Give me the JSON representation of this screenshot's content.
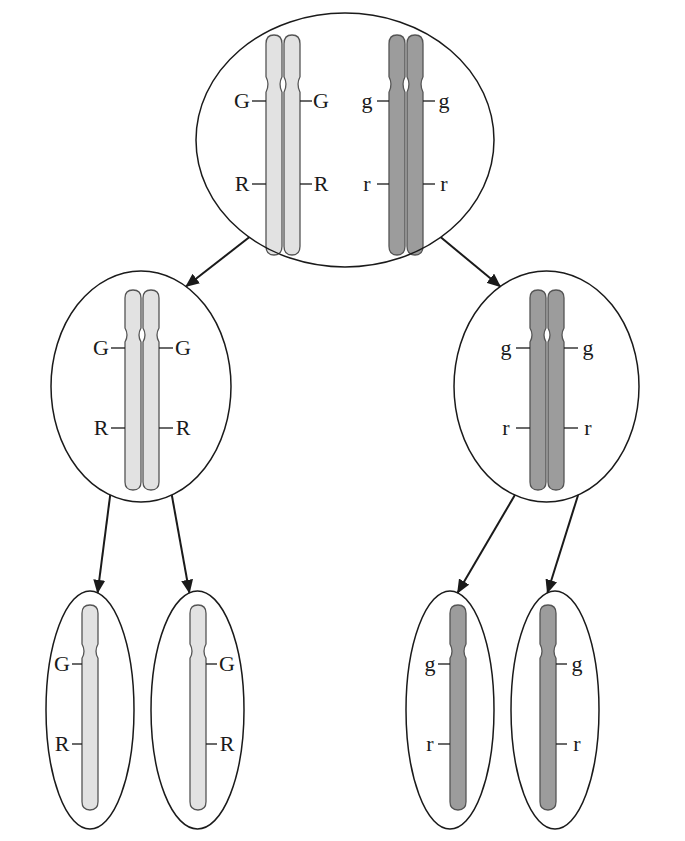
{
  "diagram": {
    "nodes": [
      {
        "text": [
          "G",
          "G",
          "g",
          "g",
          "R",
          "R",
          "r",
          "r"
        ]
      },
      {
        "text": [
          "G",
          "G",
          "R",
          "R"
        ]
      },
      {
        "text": [
          "g",
          "g",
          "r",
          "r"
        ]
      },
      {
        "text": [
          "G",
          "R"
        ]
      },
      {
        "text": [
          "G",
          "R"
        ]
      },
      {
        "text": [
          "g",
          "r"
        ]
      },
      {
        "text": [
          "g",
          "r"
        ]
      }
    ],
    "edges": [
      {
        "from": 0,
        "to": 1,
        "arrow": "to"
      },
      {
        "from": 0,
        "to": 2,
        "arrow": "to"
      },
      {
        "from": 1,
        "to": 3,
        "arrow": "to"
      },
      {
        "from": 1,
        "to": 4,
        "arrow": "to"
      },
      {
        "from": 2,
        "to": 5,
        "arrow": "to"
      },
      {
        "from": 2,
        "to": 6,
        "arrow": "to"
      }
    ]
  }
}
